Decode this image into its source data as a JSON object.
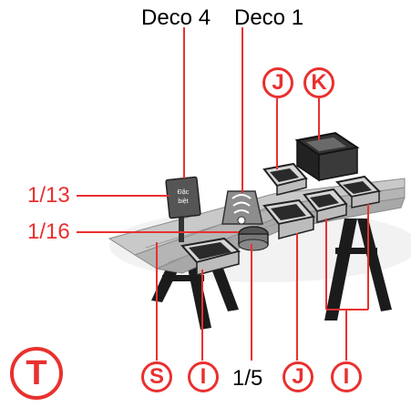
{
  "labels": {
    "deco4": "Deco 4",
    "deco1": "Deco 1",
    "frac_1_13": "1/13",
    "frac_1_16": "1/16",
    "frac_1_5": "1/5"
  },
  "badges": {
    "j_top": "J",
    "k_top": "K",
    "t": "T",
    "s": "S",
    "i_left": "I",
    "j_bottom": "J",
    "i_right": "I"
  },
  "sign_text": "Đặc\nbiệt",
  "colors": {
    "accent": "#e8312f",
    "ink": "#000000"
  }
}
